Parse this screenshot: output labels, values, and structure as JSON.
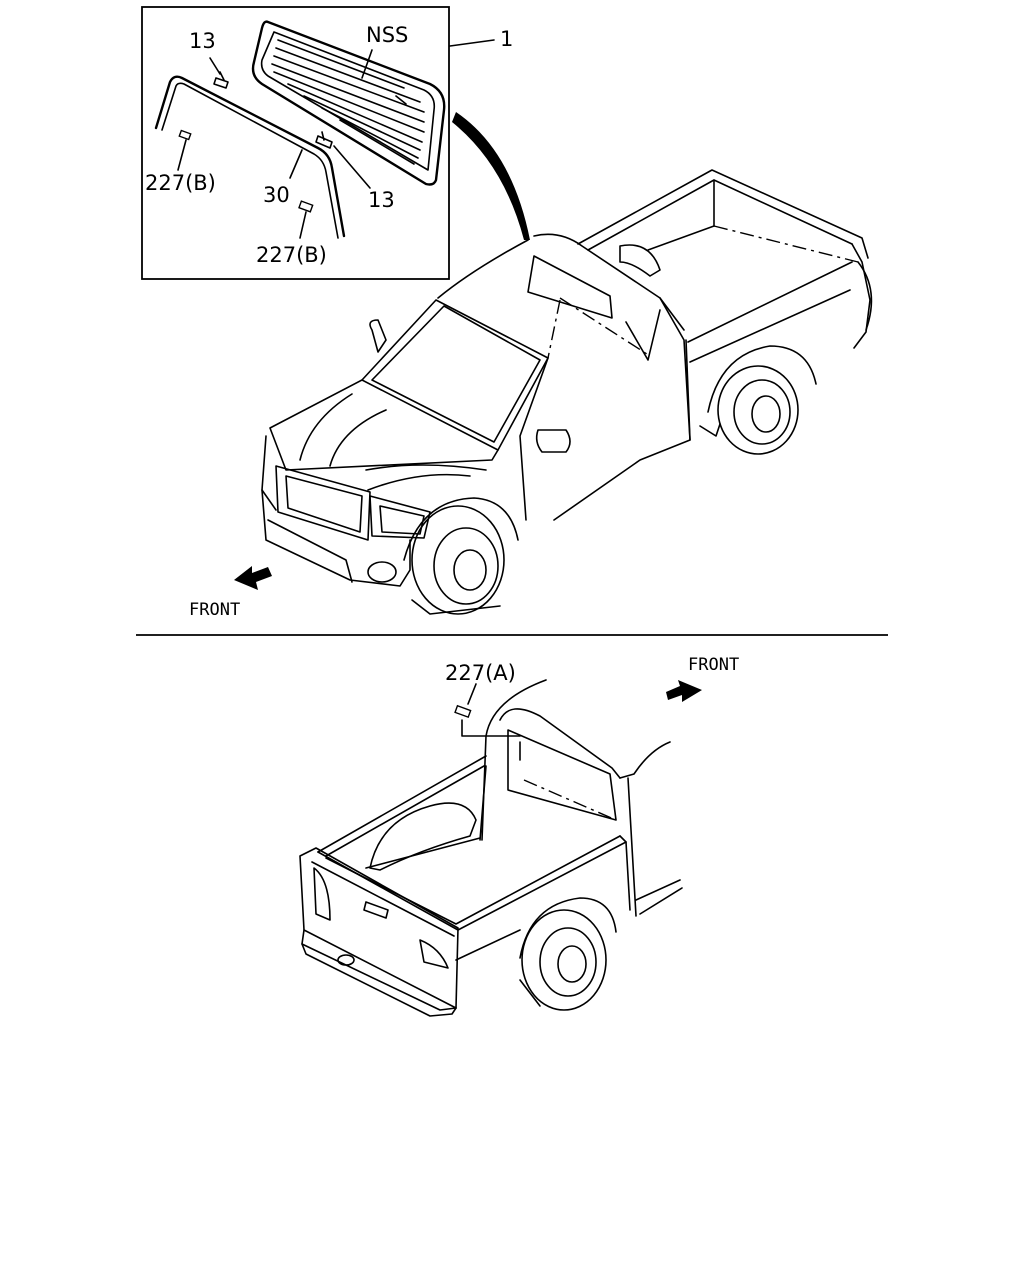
{
  "diagram": {
    "detail_box": {
      "callouts": {
        "part_13_top": "13",
        "part_13_right": "13",
        "part_nss": "NSS",
        "part_1": "1",
        "part_227b_left": "227(B)",
        "part_227b_bottom": "227(B)",
        "part_30": "30"
      }
    },
    "front_view": {
      "front_label": "FRONT"
    },
    "rear_view": {
      "callout_227a": "227(A)",
      "front_label": "FRONT"
    }
  }
}
